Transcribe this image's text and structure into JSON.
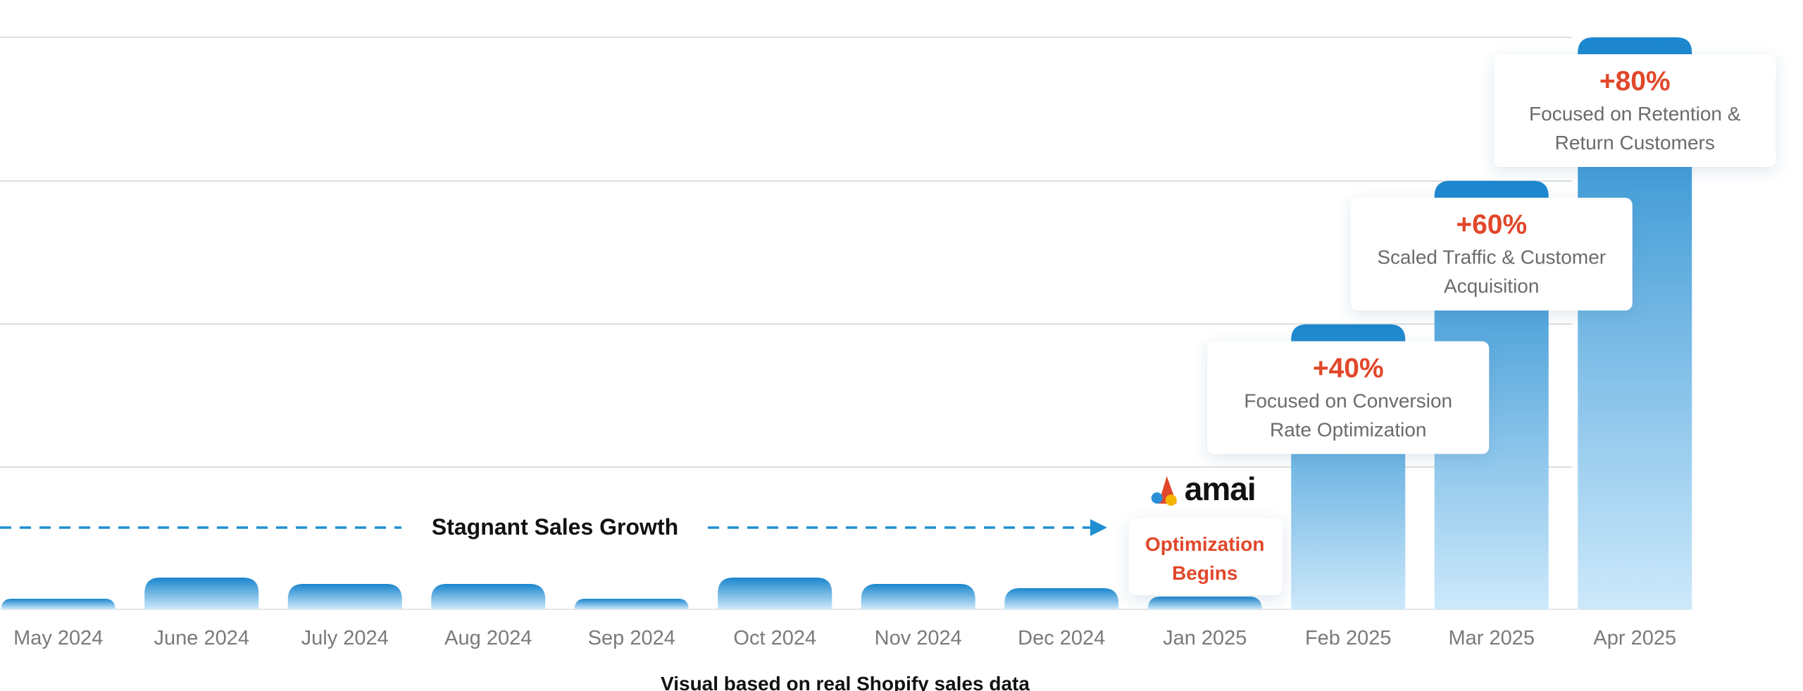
{
  "chart_data": {
    "type": "bar",
    "categories": [
      "May 2024",
      "June 2024",
      "July 2024",
      "Aug 2024",
      "Sep 2024",
      "Oct 2024",
      "Nov 2024",
      "Dec 2024",
      "Jan 2025",
      "Feb 2025",
      "Mar 2025",
      "Apr 2025"
    ],
    "values": [
      5,
      15,
      12,
      12,
      5,
      15,
      12,
      10,
      6,
      135,
      203,
      271
    ],
    "ylim": [
      0,
      271
    ],
    "grid": true,
    "colors": {
      "bar_top": "#1a86cd",
      "bar_bottom": "#cde9fb",
      "accent": "#e1472a",
      "arrow": "#1f8fd1"
    },
    "annotations": [
      {
        "category": "Feb 2025",
        "title": "+40%",
        "lines": [
          "Focused on Conversion",
          "Rate Optimization"
        ]
      },
      {
        "category": "Mar 2025",
        "title": "+60%",
        "lines": [
          "Scaled Traffic & Customer",
          "Acquisition"
        ]
      },
      {
        "category": "Apr 2025",
        "title": "+80%",
        "lines": [
          "Focused on Retention &",
          "Return Customers"
        ]
      }
    ],
    "milestone": {
      "category": "Jan 2025",
      "brand": "amai",
      "lines": [
        "Optimization",
        "Begins"
      ]
    },
    "trend_label": "Stagnant Sales Growth",
    "footnote": "Visual based on real Shopify sales data"
  }
}
